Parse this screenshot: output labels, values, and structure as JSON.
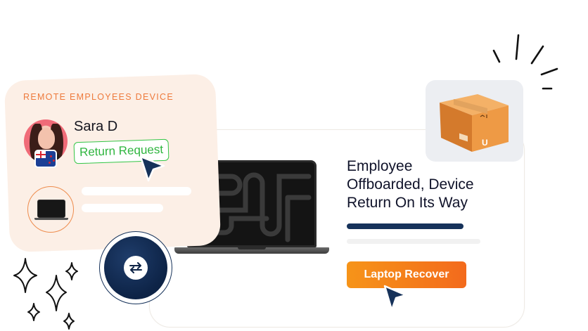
{
  "employee_card": {
    "section_title": "REMOTE EMPLOYEES DEVICE",
    "employee_name": "Sara D",
    "status_label": "Return Request",
    "flag": "new-zealand-flag-icon",
    "device": "laptop-icon"
  },
  "main_card": {
    "headline_lines": [
      "Employee",
      "Offboarded, Device",
      "Return On Its Way"
    ],
    "progress_bar_color": "#16325a",
    "cta_label": "Laptop Recover"
  },
  "decor": {
    "swap": "swap-arrows-icon",
    "package": "package-box-icon",
    "cursor": "cursor-icon",
    "sparkles": "sparkle-icon",
    "burst": "burst-lines-icon"
  },
  "colors": {
    "accent_orange": "#f36a1c",
    "navy": "#16325a",
    "success_green": "#32c545",
    "peach": "#fcefe6"
  }
}
